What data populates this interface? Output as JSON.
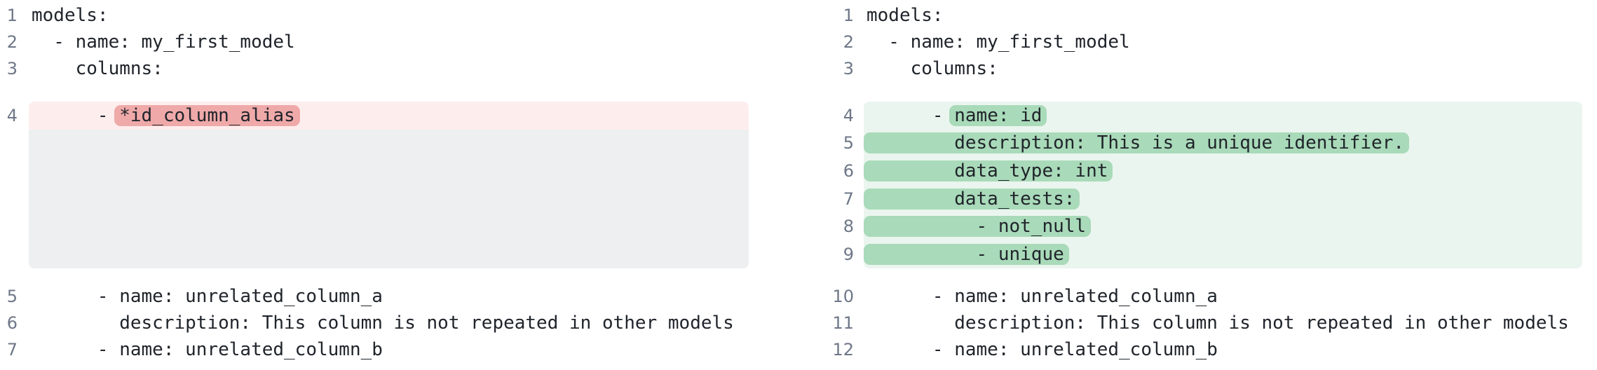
{
  "left_pane": {
    "lines": [
      {
        "num": "1",
        "text": "models:"
      },
      {
        "num": "2",
        "text": "  - name: my_first_model"
      },
      {
        "num": "3",
        "text": "    columns:"
      },
      {
        "num": "4",
        "pre": "      - ",
        "mark": "*id_column_alias"
      },
      {
        "num": "5",
        "text": "      - name: unrelated_column_a"
      },
      {
        "num": "6",
        "text": "        description: This column is not repeated in other models"
      },
      {
        "num": "7",
        "text": "      - name: unrelated_column_b"
      }
    ]
  },
  "right_pane": {
    "lines": [
      {
        "num": "1",
        "text": "models:"
      },
      {
        "num": "2",
        "text": "  - name: my_first_model"
      },
      {
        "num": "3",
        "text": "    columns:"
      },
      {
        "num": "4",
        "pre": "      - ",
        "mark": "name: id"
      },
      {
        "num": "5",
        "mark": "        description: This is a unique identifier."
      },
      {
        "num": "6",
        "mark": "        data_type: int"
      },
      {
        "num": "7",
        "mark": "        data_tests:"
      },
      {
        "num": "8",
        "mark": "          - not_null"
      },
      {
        "num": "9",
        "mark": "          - unique"
      },
      {
        "num": "10",
        "text": "      - name: unrelated_column_a"
      },
      {
        "num": "11",
        "text": "        description: This column is not repeated in other models"
      },
      {
        "num": "12",
        "text": "      - name: unrelated_column_b"
      }
    ]
  },
  "colors": {
    "removed_line_bg": "#fdeeed",
    "removed_word_bg": "#efa9a9",
    "added_line_bg": "#ebf5ef",
    "added_word_bg": "#a9dab9",
    "collapsed_spacer_bg": "#edeff1",
    "line_number": "#6e7787",
    "code_text": "#20242b",
    "background": "#ffffff"
  }
}
